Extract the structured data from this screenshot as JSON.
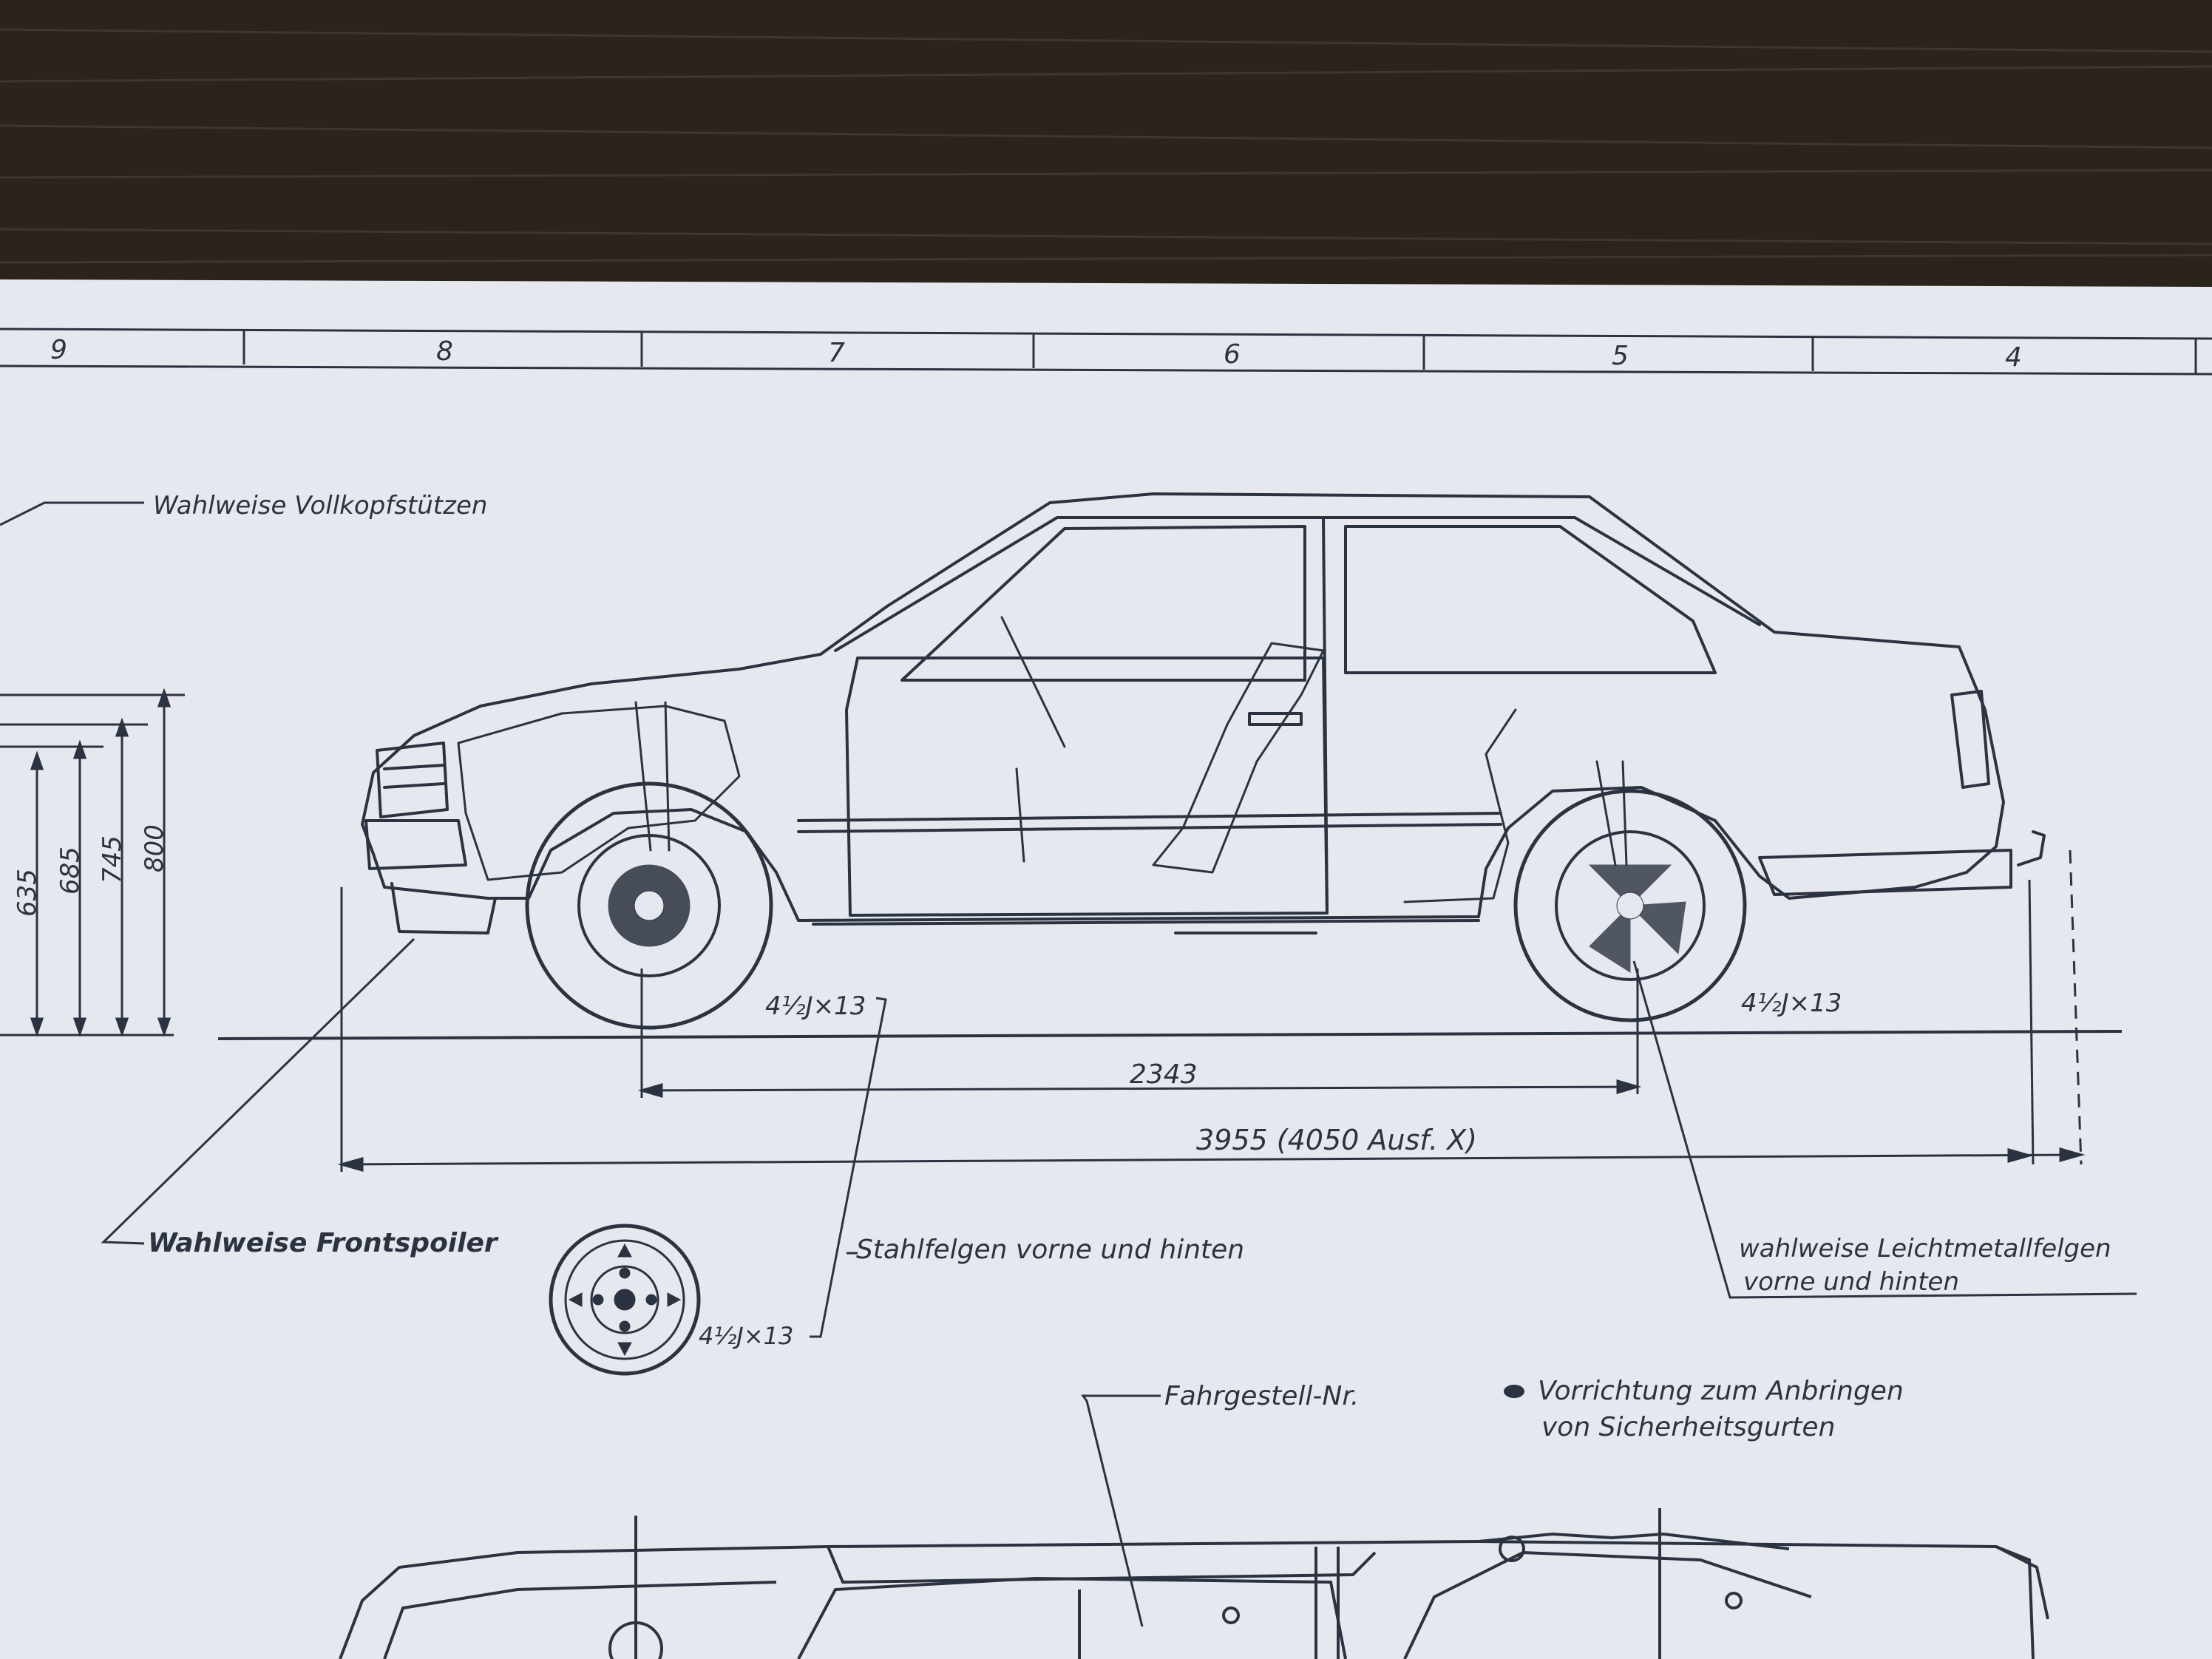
{
  "colors": {
    "table": "#2a241d",
    "paper": "#e6e8ef",
    "ink": "#2b3340"
  },
  "ruler": {
    "numbers": [
      "9",
      "8",
      "7",
      "6",
      "5",
      "4"
    ]
  },
  "annotations": {
    "headrests": "Wahlweise Vollkopfstützen",
    "frontspoiler": "Wahlweise Frontspoiler",
    "steel_rims": "Stahlfelgen vorne und hinten",
    "alloy_line1": "wahlweise Leichtmetallfelgen",
    "alloy_line2": "vorne und hinten",
    "chassis_no": "Fahrgestell-Nr.",
    "belts_line1": "Vorrichtung zum Anbringen",
    "belts_line2": "von Sicherheitsgurten"
  },
  "dimensions": {
    "height_635": "635",
    "height_685": "685",
    "height_745": "745",
    "height_800": "800",
    "wheelbase": "2343",
    "length": "3955 (4050 Ausf. X)",
    "tire_front": "4½J×13",
    "tire_rear": "4½J×13",
    "tire_detail": "4½J×13"
  }
}
